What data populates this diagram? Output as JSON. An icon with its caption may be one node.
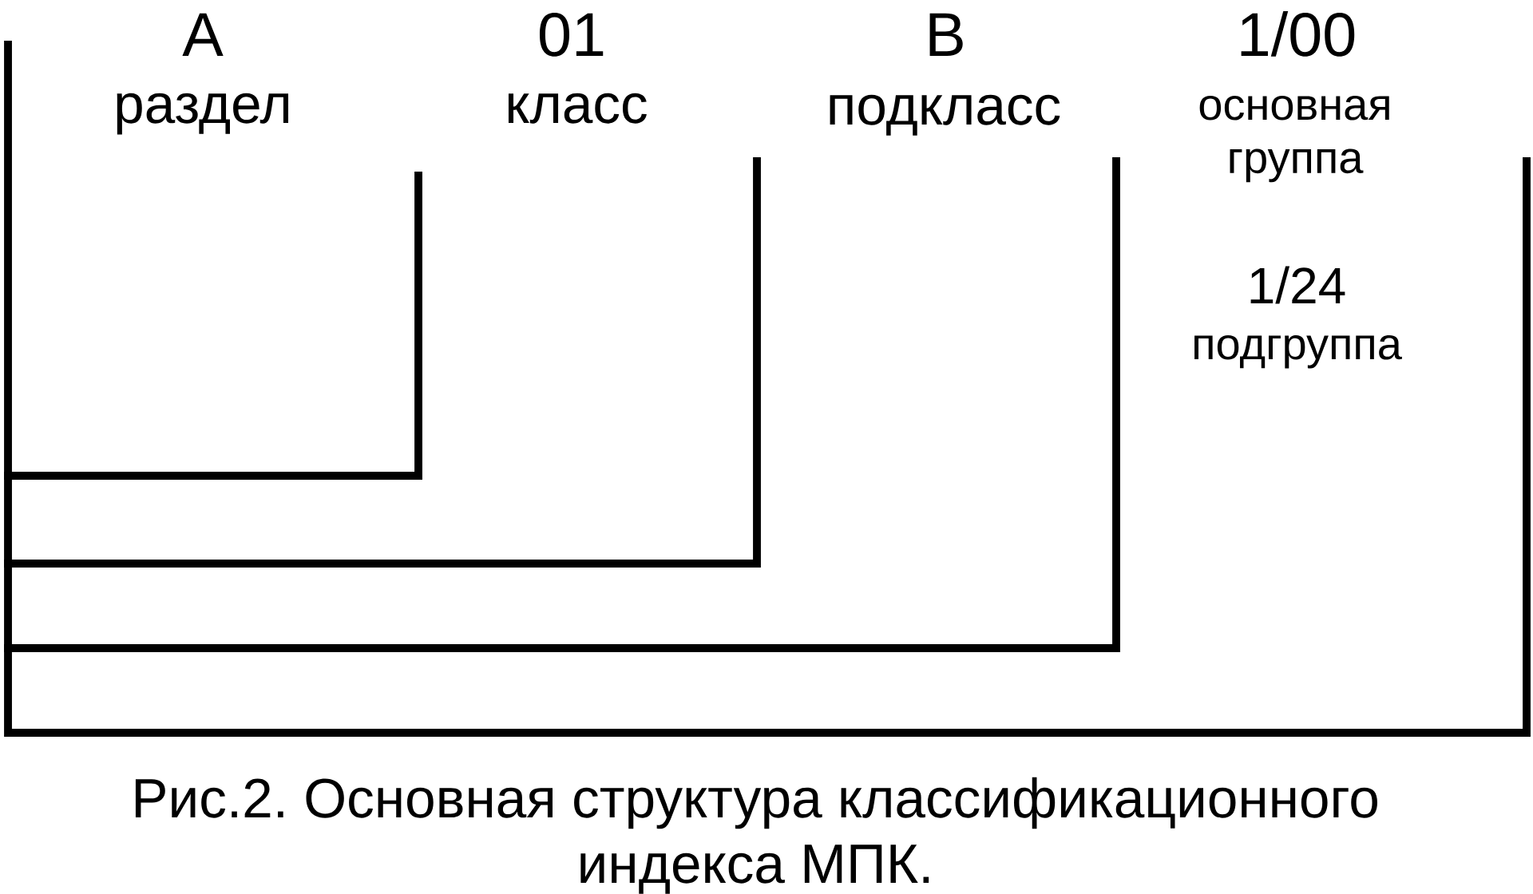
{
  "diagram": {
    "caption": "Рис.2. Основная структура классификационного индекса МПК.",
    "labels": [
      "A",
      "01",
      "B",
      "1/00",
      "раздел",
      "класс",
      "подкласс",
      "основная группа",
      "1/24",
      "подгруппа"
    ]
  }
}
